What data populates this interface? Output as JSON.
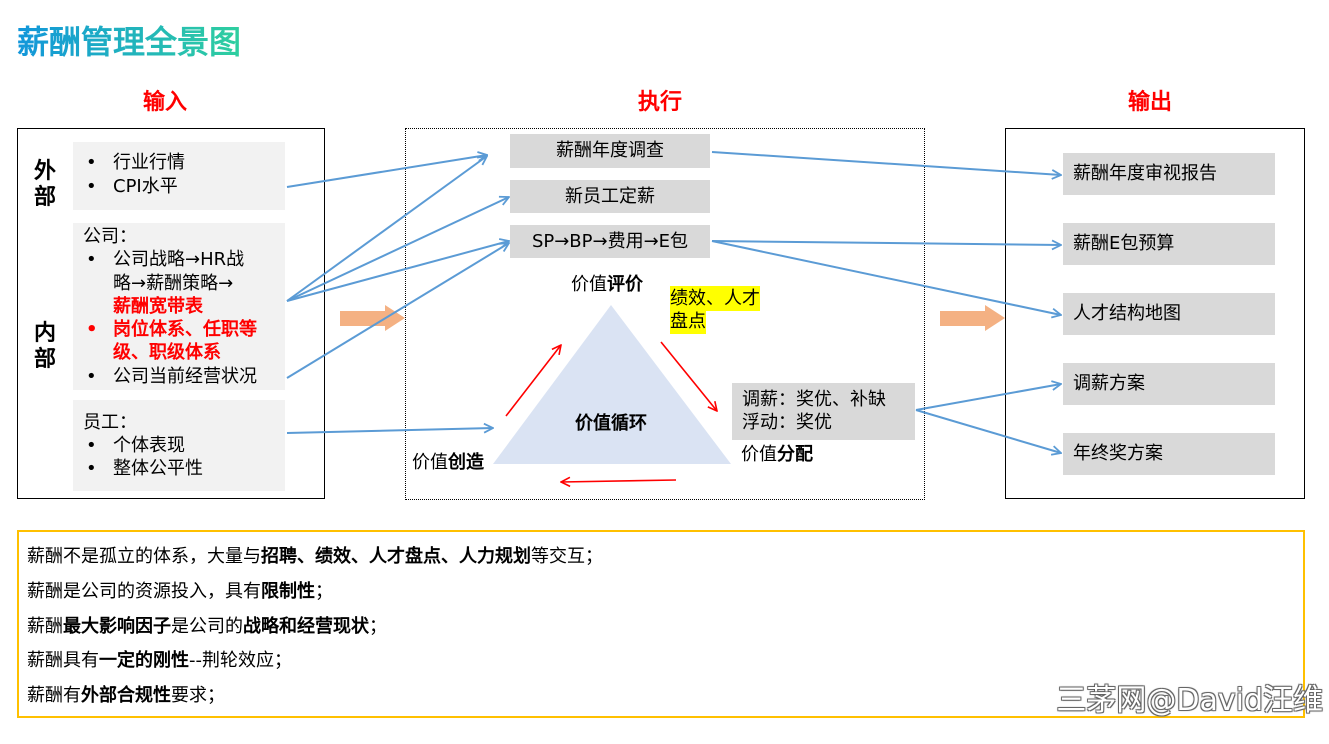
{
  "title": "薪酬管理全景图",
  "colors": {
    "title_start": "#1296db",
    "title_end": "#2fcf9f",
    "section_header": "#ff0000",
    "emphasis_red": "#ff0000",
    "connector_blue": "#5b9bd5",
    "cycle_arrow_red": "#ff0000",
    "flow_arrow_orange": "#f4b183",
    "highlight_yellow": "#ffff00",
    "triangle_fill": "#dae3f3",
    "notes_border": "#ffc000",
    "box_gray": "#d9d9d9",
    "box_light_gray": "#f2f2f2"
  },
  "sections": {
    "input": "输入",
    "execute": "执行",
    "output": "输出"
  },
  "input": {
    "external": {
      "label": "外部",
      "items": [
        "行业行情",
        "CPI水平"
      ]
    },
    "internal": {
      "label": "内部",
      "company": {
        "label": "公司：",
        "strategy_lines": [
          "公司战略→HR战",
          "略→薪酬策略→"
        ],
        "strategy_highlight": "薪酬宽带表",
        "position_lines": [
          "岗位体系、任职等",
          "级、职级体系"
        ],
        "status": "公司当前经营状况"
      },
      "employee": {
        "label": "员工：",
        "items": [
          "个体表现",
          "整体公平性"
        ]
      }
    }
  },
  "execute": {
    "boxes": [
      "薪酬年度调查",
      "新员工定薪",
      "SP→BP→费用→E包"
    ],
    "evaluation": {
      "prefix": "价值",
      "bold": "评价"
    },
    "evaluation_note": "绩效、人才盘点",
    "cycle": "价值循环",
    "creation": {
      "prefix": "价值",
      "bold": "创造"
    },
    "distribution": {
      "prefix": "价值",
      "bold": "分配"
    },
    "distribution_note": [
      "调薪：奖优、补缺",
      "浮动：奖优"
    ]
  },
  "output": {
    "items": [
      "薪酬年度审视报告",
      "薪酬E包预算",
      "人才结构地图",
      "调薪方案",
      "年终奖方案"
    ]
  },
  "notes": [
    [
      "薪酬不是孤立的体系，大量与",
      "招聘、绩效、人才盘点、人力规划",
      "等交互；"
    ],
    [
      "薪酬是公司的资源投入，具有",
      "限制性",
      "；"
    ],
    [
      "薪酬",
      "最大影响因子",
      "是公司的",
      "战略和经营现状",
      "；"
    ],
    [
      "薪酬具有",
      "一定的刚性",
      "--荆轮效应；"
    ],
    [
      "薪酬有",
      "外部合规性",
      "要求；"
    ]
  ],
  "watermark": "三茅网@David汪维"
}
